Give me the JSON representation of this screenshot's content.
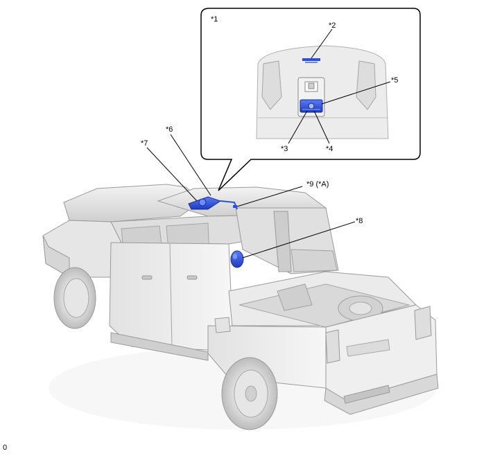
{
  "callouts": {
    "c1": "*1",
    "c2": "*2",
    "c3": "*3",
    "c4": "*4",
    "c5": "*5",
    "c6": "*6",
    "c7": "*7",
    "c8": "*8",
    "c9": "*9 (*A)"
  },
  "figure_id": "0",
  "colors": {
    "highlight": "#2b4fd8",
    "body_light": "#efefef",
    "body_mid": "#d9d9d9",
    "body_dark": "#b8b8b8",
    "outline": "#9a9a9a"
  }
}
